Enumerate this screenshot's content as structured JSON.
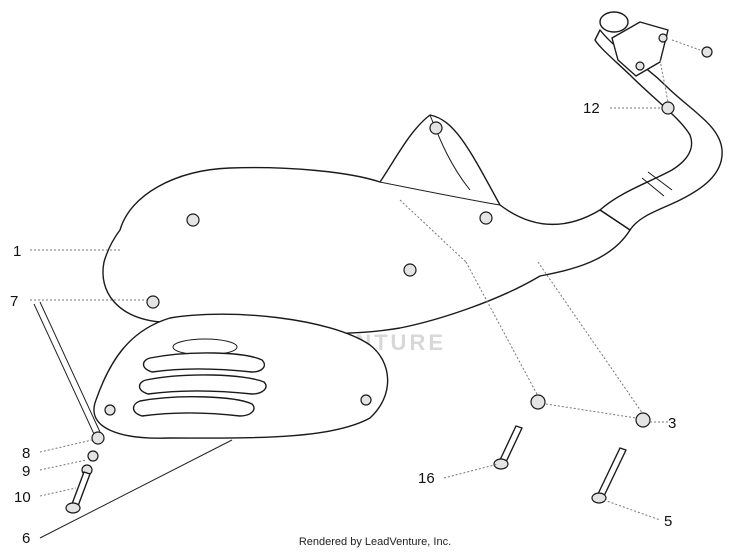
{
  "diagram": {
    "callouts": [
      {
        "id": "1",
        "label": "1"
      },
      {
        "id": "3",
        "label": "3"
      },
      {
        "id": "5",
        "label": "5"
      },
      {
        "id": "6",
        "label": "6"
      },
      {
        "id": "7",
        "label": "7"
      },
      {
        "id": "8",
        "label": "8"
      },
      {
        "id": "9",
        "label": "9"
      },
      {
        "id": "10",
        "label": "10"
      },
      {
        "id": "12",
        "label": "12"
      },
      {
        "id": "16",
        "label": "16"
      }
    ]
  },
  "watermark": {
    "text": "LEADVENTURE"
  },
  "footer": {
    "text": "Rendered by LeadVenture, Inc."
  }
}
